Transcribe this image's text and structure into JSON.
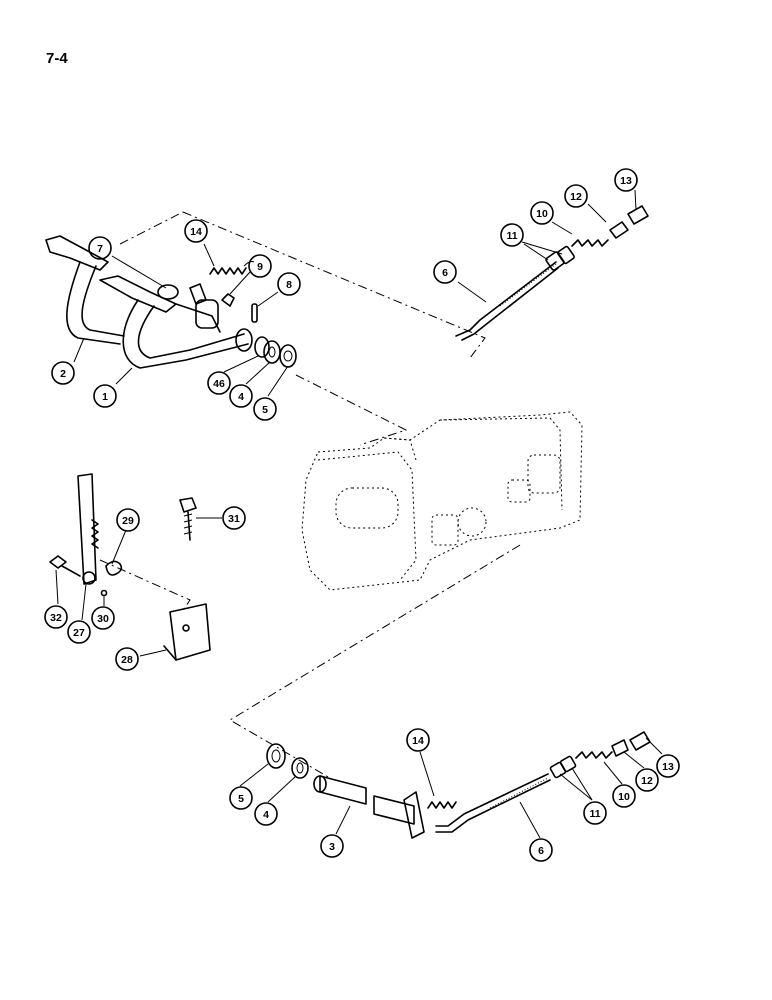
{
  "page_label": "7-4",
  "callouts": [
    {
      "id": "c-13-top",
      "label": "13"
    },
    {
      "id": "c-12-top",
      "label": "12"
    },
    {
      "id": "c-10-top",
      "label": "10"
    },
    {
      "id": "c-11-top",
      "label": "11"
    },
    {
      "id": "c-6-top",
      "label": "6"
    },
    {
      "id": "c-14-top",
      "label": "14"
    },
    {
      "id": "c-7",
      "label": "7"
    },
    {
      "id": "c-9",
      "label": "9"
    },
    {
      "id": "c-8",
      "label": "8"
    },
    {
      "id": "c-2",
      "label": "2"
    },
    {
      "id": "c-1",
      "label": "1"
    },
    {
      "id": "c-46",
      "label": "46"
    },
    {
      "id": "c-4-top",
      "label": "4"
    },
    {
      "id": "c-5-top",
      "label": "5"
    },
    {
      "id": "c-29",
      "label": "29"
    },
    {
      "id": "c-31",
      "label": "31"
    },
    {
      "id": "c-32",
      "label": "32"
    },
    {
      "id": "c-27",
      "label": "27"
    },
    {
      "id": "c-30",
      "label": "30"
    },
    {
      "id": "c-28",
      "label": "28"
    },
    {
      "id": "c-14-bot",
      "label": "14"
    },
    {
      "id": "c-5-bot",
      "label": "5"
    },
    {
      "id": "c-4-bot",
      "label": "4"
    },
    {
      "id": "c-3",
      "label": "3"
    },
    {
      "id": "c-6-bot",
      "label": "6"
    },
    {
      "id": "c-11-bot",
      "label": "11"
    },
    {
      "id": "c-10-bot",
      "label": "10"
    },
    {
      "id": "c-12-bot",
      "label": "12"
    },
    {
      "id": "c-13-bot",
      "label": "13"
    }
  ]
}
